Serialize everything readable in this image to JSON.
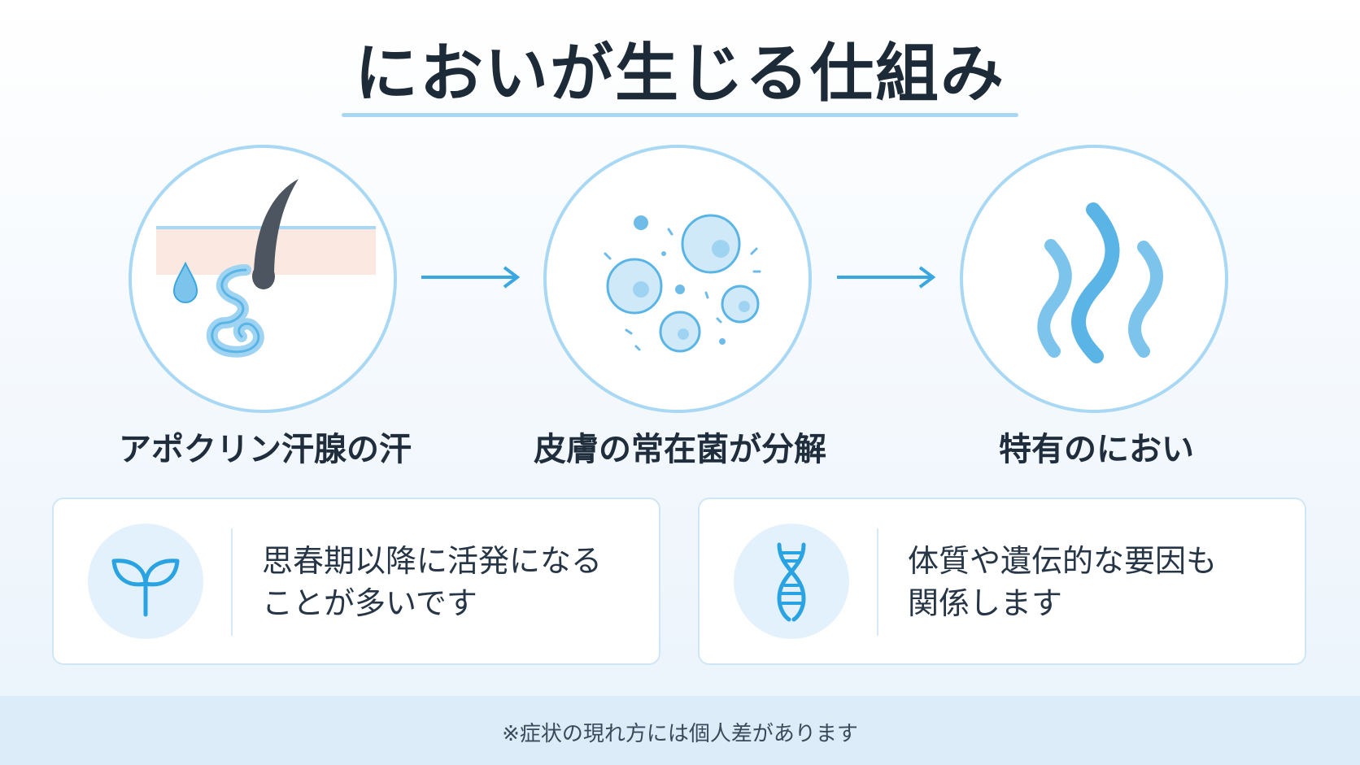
{
  "title": "においが生じる仕組み",
  "steps": [
    {
      "label": "アポクリン汗腺の汗",
      "icon": "sweat-gland-icon"
    },
    {
      "label": "皮膚の常在菌が分解",
      "icon": "bacteria-icon"
    },
    {
      "label": "特有のにおい",
      "icon": "odor-waves-icon"
    }
  ],
  "cards": [
    {
      "icon": "sprout-icon",
      "line1": "思春期以降に活発になる",
      "line2": "ことが多いです"
    },
    {
      "icon": "dna-icon",
      "line1": "体質や遺伝的な要因も",
      "line2": "関係します"
    }
  ],
  "footer": "※症状の現れ方には個人差があります",
  "colors": {
    "accent": "#3aa7e0",
    "ring": "#a8d8f4",
    "icon_fill": "#bfe2f7",
    "text": "#1f2d3d"
  }
}
